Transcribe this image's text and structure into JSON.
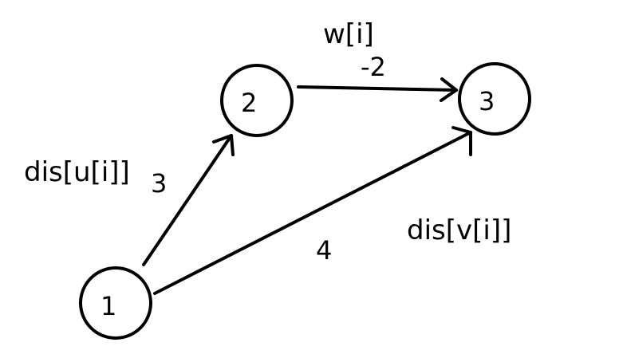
{
  "nodes": [
    {
      "id": "1",
      "label": "1"
    },
    {
      "id": "2",
      "label": "2"
    },
    {
      "id": "3",
      "label": "3"
    }
  ],
  "edges": [
    {
      "from": "1",
      "to": "2",
      "weight": "3"
    },
    {
      "from": "2",
      "to": "3",
      "weight": "-2"
    },
    {
      "from": "1",
      "to": "3",
      "weight": "4"
    }
  ],
  "annotations": {
    "w": "w[i]",
    "dis_u": "dis[u[i]]",
    "dis_v": "dis[v[i]]"
  }
}
